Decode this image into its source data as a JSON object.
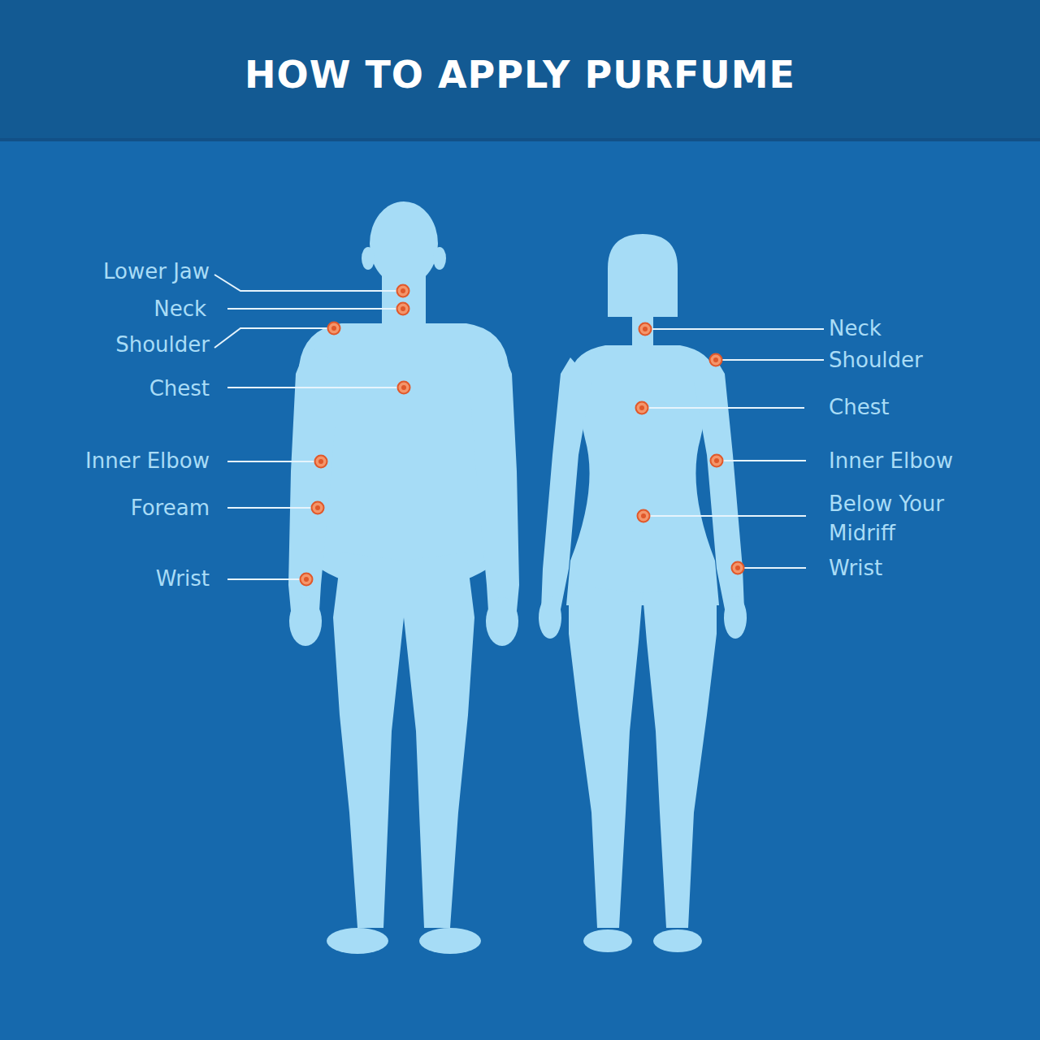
{
  "diagram": {
    "title": "HOW TO APPLY PURFUME",
    "labels": [
      "Lower Jaw",
      "Neck",
      "Shoulder",
      "Chest",
      "Inner Elbow",
      "Foream",
      "Wrist",
      "Neck",
      "Shoulder",
      "Chest",
      "Inner Elbow",
      "Below Your Midriff",
      "Wrist"
    ]
  }
}
